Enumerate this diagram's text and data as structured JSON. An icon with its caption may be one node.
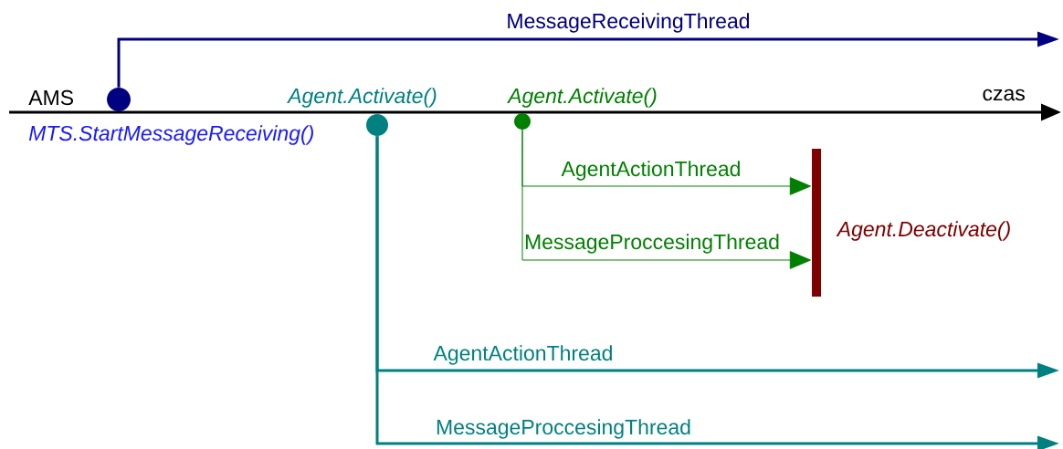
{
  "diagram": {
    "nodes": [
      {
        "text": [],
        "shape": "circle",
        "beside": [
          "MTS.StartMessageReceiving()"
        ]
      },
      {
        "text": [],
        "shape": "circle",
        "beside": [
          "Agent.Activate()"
        ]
      },
      {
        "text": [],
        "shape": "circle",
        "beside": [
          "Agent.Activate()"
        ]
      },
      {
        "text": [],
        "shape": "bar",
        "beside": [
          "Agent.Deactivate()"
        ]
      }
    ],
    "edges": [
      {
        "from": 0,
        "to": null,
        "arrow": "to",
        "label": "MessageReceivingThread",
        "color": "#000080"
      },
      {
        "from": 2,
        "to": 3,
        "arrow": "to",
        "label": "AgentActionThread",
        "color": "#008000"
      },
      {
        "from": 2,
        "to": 3,
        "arrow": "to",
        "label": "MessageProccesingThread",
        "color": "#008000"
      },
      {
        "from": 1,
        "to": null,
        "arrow": "to",
        "label": "AgentActionThread",
        "color": "#008080"
      },
      {
        "from": 1,
        "to": null,
        "arrow": "to",
        "label": "MessageProccesingThread",
        "color": "#008080"
      }
    ],
    "labels": [
      "AMS",
      "czas"
    ]
  }
}
